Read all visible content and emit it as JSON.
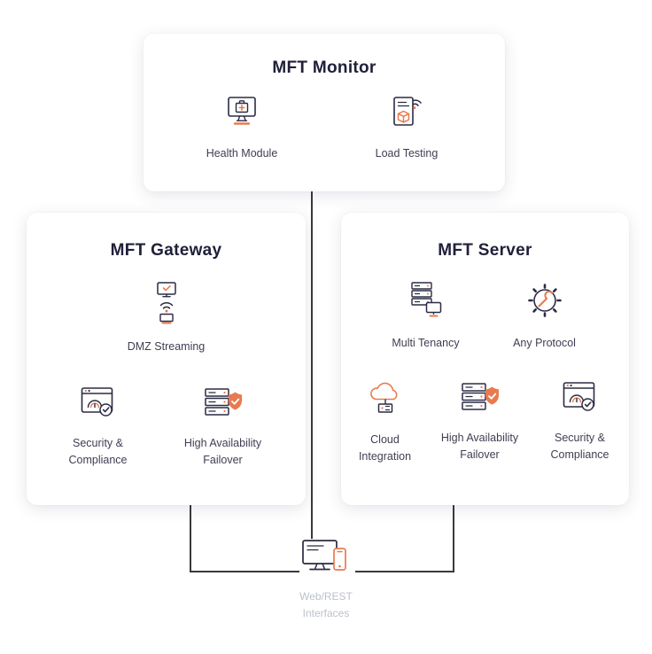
{
  "colors": {
    "accent": "#E97A50",
    "ink": "#2B2B45",
    "title": "#20203A",
    "label": "#3E3E53",
    "muted_label": "#BCC1C9",
    "connector": "#3A3A3A",
    "card_bg": "#FFFFFF"
  },
  "boxes": {
    "monitor": {
      "title": "MFT Monitor",
      "items": [
        {
          "label": "Health Module",
          "icon": "health-module-icon"
        },
        {
          "label": "Load Testing",
          "icon": "load-testing-icon"
        }
      ]
    },
    "gateway": {
      "title": "MFT Gateway",
      "row1": [
        {
          "label": "DMZ  Streaming",
          "icon": "dmz-streaming-icon"
        }
      ],
      "row2": [
        {
          "label": "Security & Compliance",
          "icon": "security-compliance-icon"
        },
        {
          "label": "High Availability Failover",
          "icon": "high-availability-failover-icon"
        }
      ]
    },
    "server": {
      "title": "MFT Server",
      "row1": [
        {
          "label": "Multi Tenancy",
          "icon": "multi-tenancy-icon"
        },
        {
          "label": "Any Protocol",
          "icon": "any-protocol-icon"
        }
      ],
      "row2": [
        {
          "label": "Cloud Integration",
          "icon": "cloud-integration-icon"
        },
        {
          "label": "High Availability Failover",
          "icon": "high-availability-failover-icon"
        },
        {
          "label": "Security & Compliance",
          "icon": "security-compliance-icon"
        }
      ]
    }
  },
  "footer": {
    "label": "Web/REST Interfaces",
    "icon": "web-rest-interfaces-icon"
  }
}
